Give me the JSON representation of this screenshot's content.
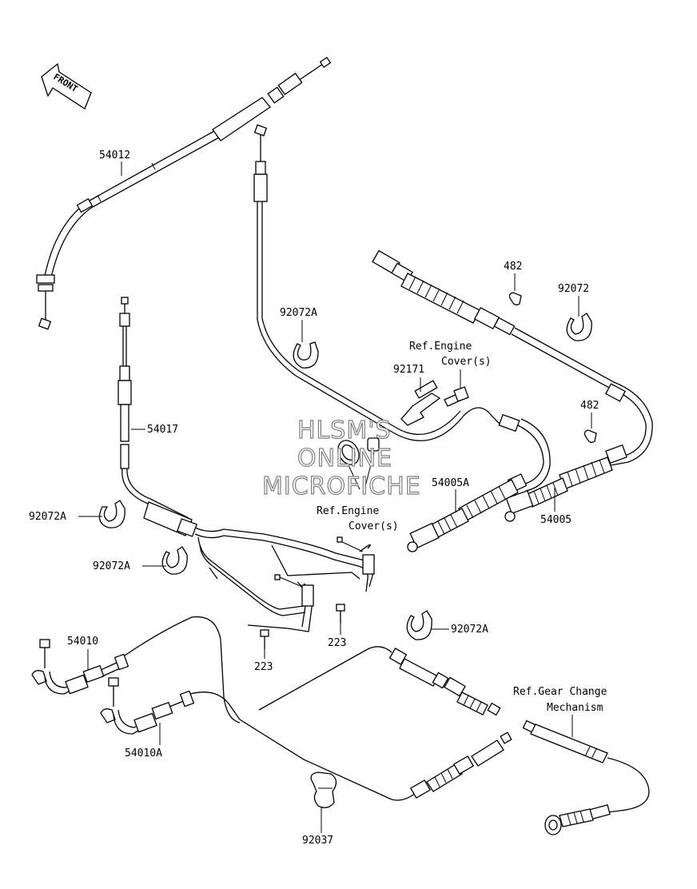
{
  "front_arrow": {
    "text": "FRONT"
  },
  "watermark": {
    "lines": [
      "HLSM'S",
      "ONLINE",
      "MICROFICHE"
    ]
  },
  "parts": [
    {
      "id": "p54012",
      "number": "54012"
    },
    {
      "id": "p54017",
      "number": "54017"
    },
    {
      "id": "p92072A_1",
      "number": "92072A"
    },
    {
      "id": "p92072A_2",
      "number": "92072A"
    },
    {
      "id": "p92072A_3",
      "number": "92072A"
    },
    {
      "id": "p92072A_4",
      "number": "92072A"
    },
    {
      "id": "p482_1",
      "number": "482"
    },
    {
      "id": "p482_2",
      "number": "482"
    },
    {
      "id": "p92072",
      "number": "92072"
    },
    {
      "id": "p92171",
      "number": "92171"
    },
    {
      "id": "p54005A",
      "number": "54005A"
    },
    {
      "id": "p54005",
      "number": "54005"
    },
    {
      "id": "p223_1",
      "number": "223"
    },
    {
      "id": "p223_2",
      "number": "223"
    },
    {
      "id": "p54010",
      "number": "54010"
    },
    {
      "id": "p54010A",
      "number": "54010A"
    },
    {
      "id": "p92037",
      "number": "92037"
    }
  ],
  "references": {
    "engine_cover_1": [
      "Ref.Engine",
      "Cover(s)"
    ],
    "engine_cover_2": [
      "Ref.Engine",
      "Cover(s)"
    ],
    "gear_change": [
      "Ref.Gear Change",
      "Mechanism"
    ]
  }
}
